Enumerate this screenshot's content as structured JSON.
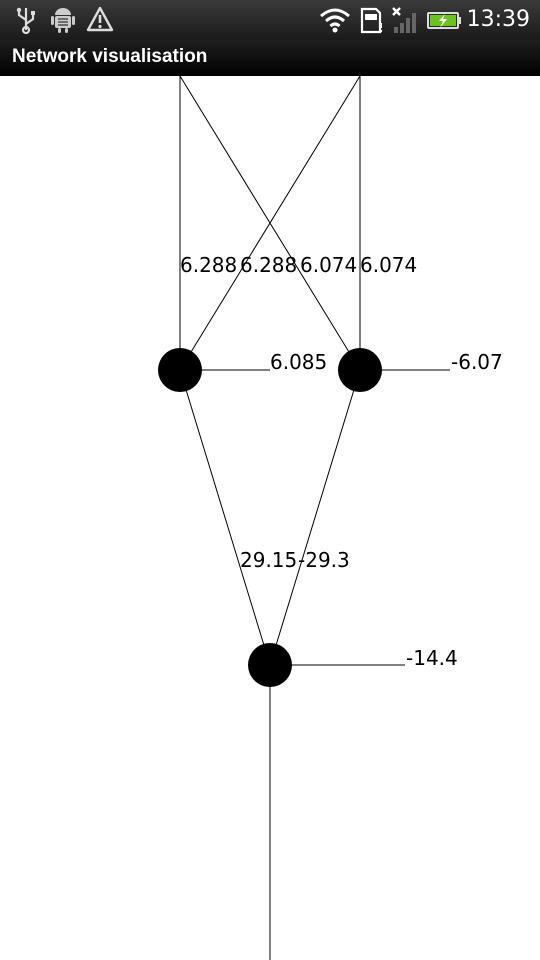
{
  "status_bar": {
    "time": "13:39",
    "icons": [
      "usb-icon",
      "android-debug-icon",
      "warning-icon",
      "wifi-icon",
      "sd-card-icon",
      "signal-icon",
      "battery-icon"
    ]
  },
  "app": {
    "title": "Network visualisation"
  },
  "network": {
    "edge_weights": {
      "in1_h1": "6.288",
      "in2_h1": "6.288",
      "in1_h2": "6.074",
      "in2_h2": "6.074",
      "h1_out": "29.15",
      "h2_out": "-29.3"
    },
    "biases": {
      "h1": "6.085",
      "h2": "-6.07",
      "out": "-14.4"
    }
  }
}
